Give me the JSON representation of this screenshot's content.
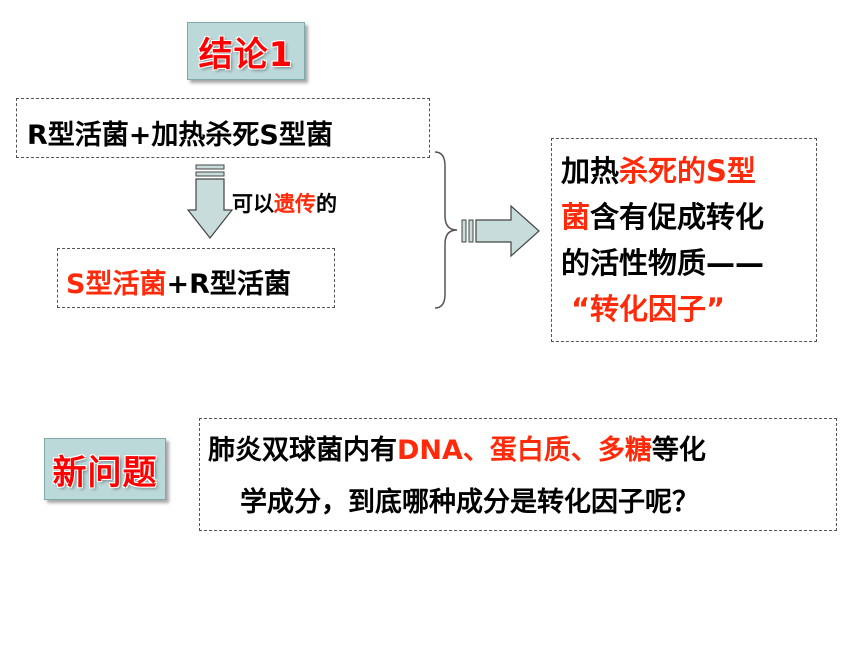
{
  "conclusion_badge": "结论1",
  "top_box": "R型活菌+加热杀死S型菌",
  "arrow_label": {
    "part1": "可以",
    "part2": "遗传",
    "part3": "的"
  },
  "result_box": {
    "part1": "S型活菌",
    "part2": "+R型活菌"
  },
  "conclusion_box": {
    "line1_a": "加热",
    "line1_b": "杀死的S型",
    "line2_a": "菌",
    "line2_b": "含有促成转化",
    "line3": "的活性物质——",
    "line4": "“转化因子”"
  },
  "question_badge": "新问题",
  "question_box": {
    "line1_a": "肺炎双球菌内有",
    "line1_b": "DNA、蛋白质、多糖",
    "line1_c": "等化",
    "line2": "学成分，到底哪种成分是转化因子呢？"
  },
  "colors": {
    "accent": "#ff2a0a",
    "badge_bg": "#bcd9da",
    "arrow_fill": "#c9dcdc"
  }
}
